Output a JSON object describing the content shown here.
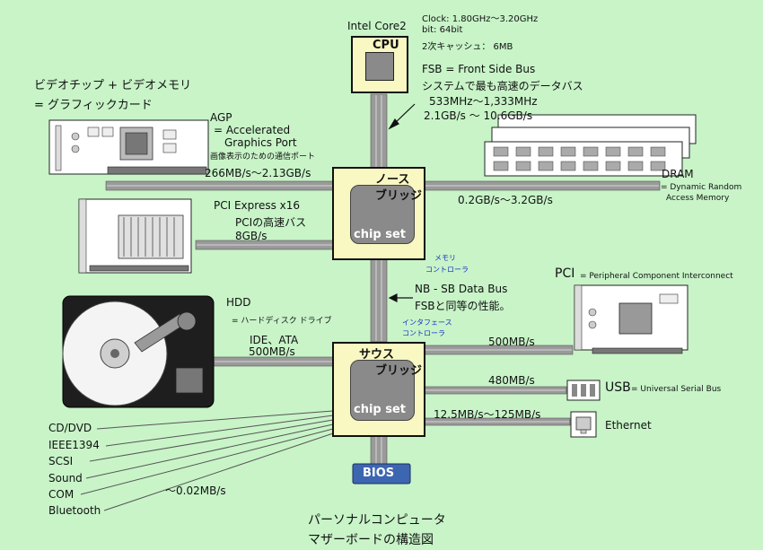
{
  "cpu": {
    "name": "Intel Core2",
    "label": "CPU",
    "clock": "Clock:   1.80GHz〜3.20GHz",
    "bit": "bit:   64bit",
    "cache": "2次キャッシュ：   6MB"
  },
  "fsb": {
    "title": "FSB = Front Side Bus",
    "desc": "システムで最も高速のデータバス",
    "speed1": "533MHz〜1,333MHz",
    "speed2": "2.1GB/s 〜  10.6GB/s"
  },
  "video": {
    "line1": "ビデオチップ + ビデオメモリ",
    "line2": "= グラフィックカード"
  },
  "agp": {
    "line1": "AGP",
    "line2": "= Accelerated",
    "line3": "Graphics Port",
    "line4": "画像表示のための通信ポート",
    "speed": "266MB/s〜2.13GB/s"
  },
  "northbridge": {
    "line1": "ノース",
    "line2": "ブリッジ",
    "chipset": "chip set",
    "memctrl1": "メモリ",
    "memctrl2": "コントローラ"
  },
  "dram": {
    "label": "DRAM",
    "desc1": "= Dynamic Random",
    "desc2": "Access Memory",
    "speed": "0.2GB/s〜3.2GB/s"
  },
  "pcie": {
    "line1": "PCI Express x16",
    "line2": "PCIの高速バス",
    "line3": "8GB/s"
  },
  "hdd": {
    "label": "HDD",
    "desc": "= ハードディスク ドライブ",
    "iface": "IDE、ATA",
    "speed": "500MB/s"
  },
  "nbsb": {
    "line1": "NB - SB Data Bus",
    "line2": "FSBと同等の性能。",
    "iface1": "インタフェース",
    "iface2": "コントローラ"
  },
  "southbridge": {
    "line1": "サウス",
    "line2": "ブリッジ",
    "chipset": "chip set"
  },
  "pci": {
    "label": "PCI",
    "desc": "= Peripheral Component Interconnect",
    "speed": "500MB/s"
  },
  "usb": {
    "label": "USB",
    "desc": "= Universal Serial Bus",
    "speed": "480MB/s"
  },
  "ethernet": {
    "label": "Ethernet",
    "speed": "12.5MB/s〜125MB/s"
  },
  "devices": [
    "CD/DVD",
    "IEEE1394",
    "SCSI",
    "Sound",
    "COM",
    "Bluetooth"
  ],
  "devices_speed": "〜0.02MB/s",
  "bios": "BIOS",
  "title": {
    "line1": "パーソナルコンピュータ",
    "line2": "マザーボードの構造図"
  },
  "colors": {
    "background": "#c8f4c8",
    "chip_fill": "#f9f7c2",
    "bus_gray": "#9a9a9a",
    "die_gray": "#8a8a8a",
    "bios_blue": "#3d66b0",
    "label_blue": "#1a2fc4"
  }
}
